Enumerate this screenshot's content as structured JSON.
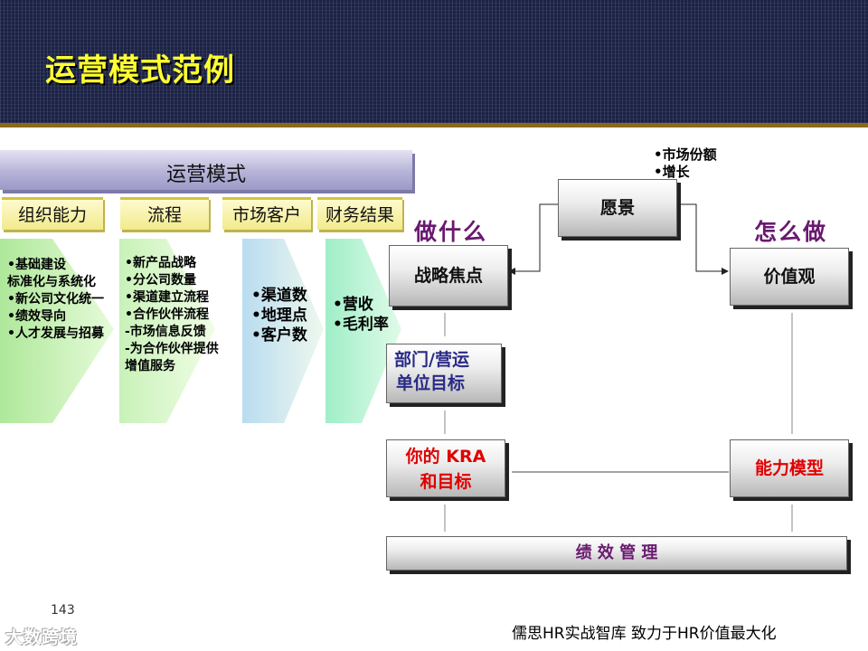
{
  "title": "运营模式范例",
  "left": {
    "banner": "运营模式",
    "tabs": [
      "组织能力",
      "流程",
      "市场客户",
      "财务结果"
    ],
    "columns": [
      [
        "•基础建设",
        "标准化与系统化",
        "•新公司文化统一",
        "•绩效导向",
        "•人才发展与招募"
      ],
      [
        "•新产品战略",
        "•分公司数量",
        "•渠道建立流程",
        "•合作伙伴流程",
        "-市场信息反馈",
        "-为合作伙伴提供",
        "增值服务"
      ],
      [
        "•渠道数",
        "•地理点",
        "•客户数"
      ],
      [
        "•营收",
        "•毛利率"
      ]
    ]
  },
  "right": {
    "vision_notes": [
      "•市场份额",
      "•增长"
    ],
    "what_heading": "做什么",
    "how_heading": "怎么做",
    "boxes": {
      "vision": "愿景",
      "strategy": "战略焦点",
      "values": "价值观",
      "dept_goals_line1": "部门/营运",
      "dept_goals_line2": "单位目标",
      "kra_line1": "你的 KRA",
      "kra_line2": "和目标",
      "competency": "能力模型",
      "performance": "绩 效 管 理"
    }
  },
  "page_number": "143",
  "footer": "儒思HR实战智库  致力于HR价值最大化",
  "logo": "大数跨境",
  "colors": {
    "title": "#ffff33",
    "heading": "#6a1970",
    "red": "#e00000",
    "blue": "#2a2a86"
  }
}
